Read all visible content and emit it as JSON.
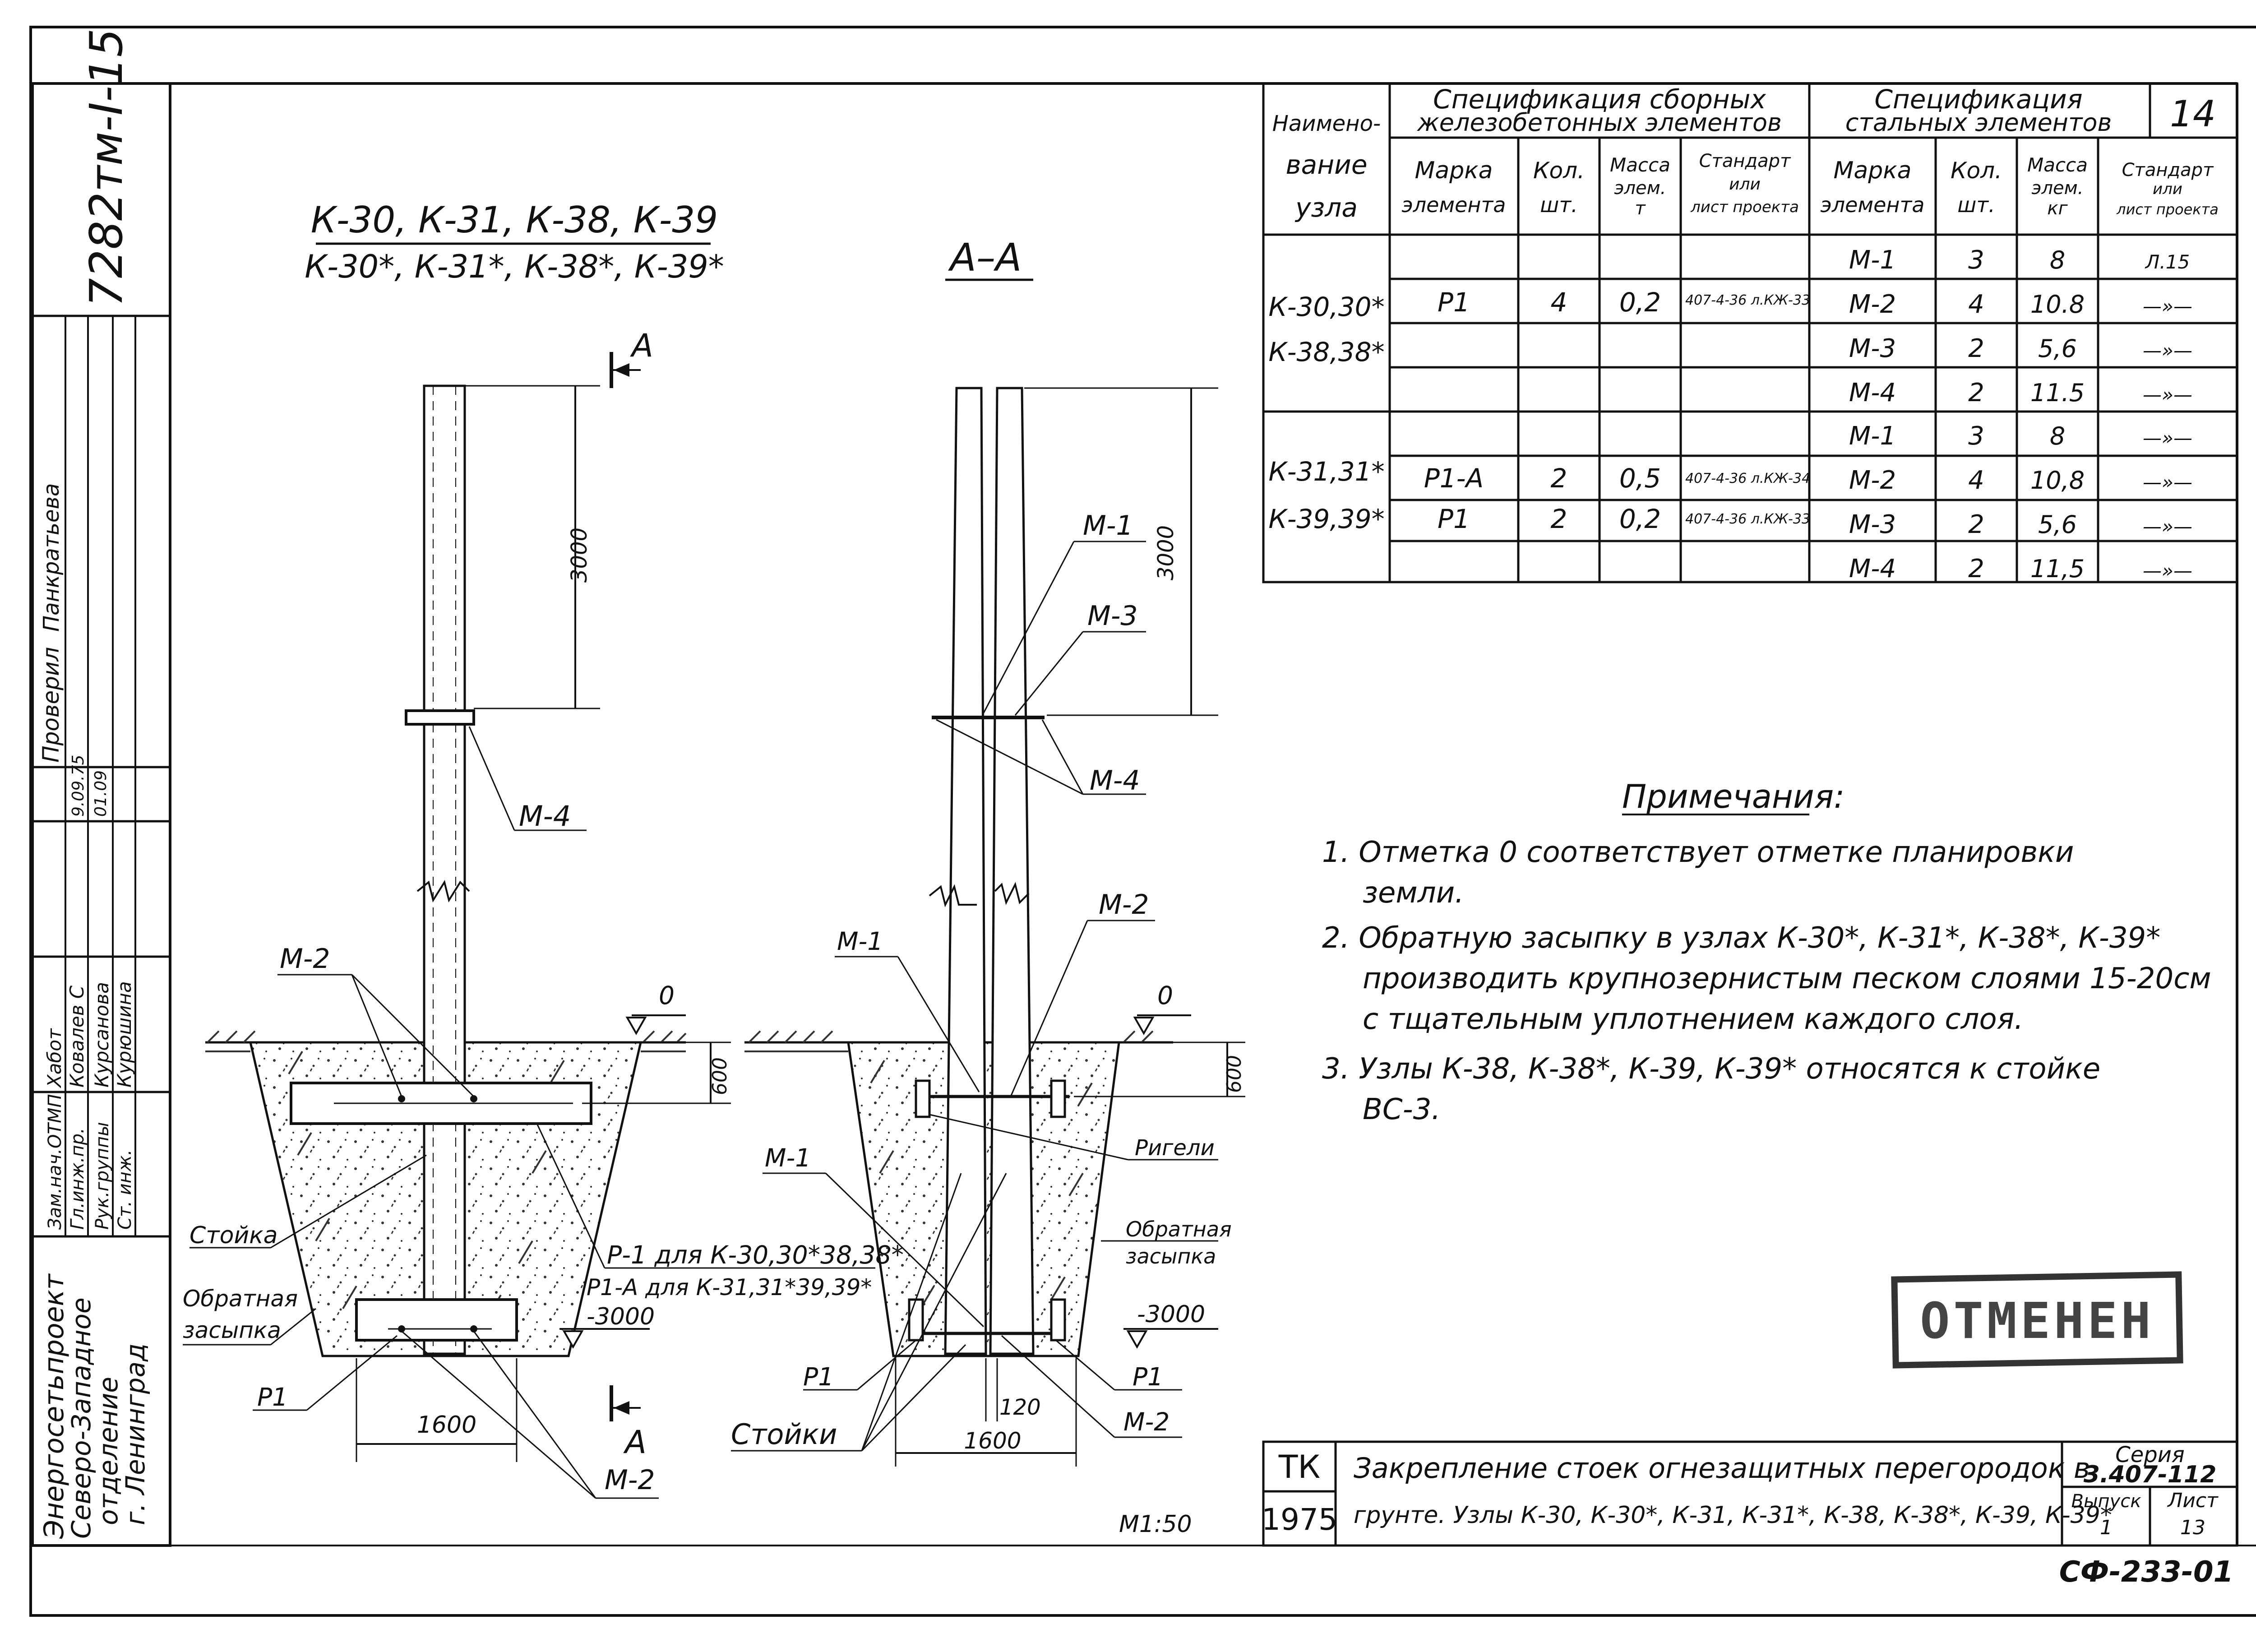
{
  "sheet": {
    "code": "7282тм-I-15",
    "sheet_no_top": "14",
    "stamp": "ОТМЕНЕН",
    "bottom_code": "СФ-233-01",
    "scale": "М1:50"
  },
  "left_block": {
    "org_lines": [
      "Энергосетьпроект",
      "Северо-Западное",
      "отделение",
      "г. Ленинград"
    ],
    "roles": [
      "Зам.нач.ОТМП",
      "Гл.инж.пр.",
      "Рук.группы",
      "Ст. инж."
    ],
    "names": [
      "Хабот",
      "Ковалев С",
      "Курсанова",
      "Курюшина"
    ],
    "check_role": "Проверил",
    "check_name": "Панкратьева",
    "dates": [
      "9.09.75",
      "01.09"
    ]
  },
  "drawing1": {
    "title_line1": "К-30, К-31, К-38, К-39",
    "title_line2": "К-30*, К-31*, К-38*, К-39*",
    "dim_3000": "3000",
    "dim_600": "600",
    "dim_1600": "1600",
    "mark_0": "0",
    "mark_3000": "-3000",
    "section_A": "А",
    "labels": {
      "m4": "М-4",
      "m2_top": "М-2",
      "m2_bottom": "М-2",
      "stoika": "Стойка",
      "zasypka1": "Обратная",
      "zasypka2": "засыпка",
      "p1": "Р1",
      "p1_note1": "Р-1 для К-30,30*38,38*",
      "p1_note2": "Р1-А для К-31,31*39,39*"
    }
  },
  "drawing2": {
    "title": "А–А",
    "dim_3000": "3000",
    "dim_600": "600",
    "dim_1600": "1600",
    "dim_120": "120",
    "mark_0": "0",
    "mark_3000": "-3000",
    "labels": {
      "m1_top": "М-1",
      "m3": "М-3",
      "m4": "М-4",
      "m2_mid": "М-2",
      "m1_mid": "М-1",
      "m1_low": "М-1",
      "rigeli": "Ригели",
      "zasypka1": "Обратная",
      "zasypka2": "засыпка",
      "p1_left": "Р1",
      "p1_right": "Р1",
      "m2_right": "М-2",
      "stoiki": "Стойки"
    }
  },
  "spec_table": {
    "col_node": "Наименование узла",
    "group1": "Спецификация сборных железобетонных элементов",
    "group2": "Спецификация стальных элементов",
    "headers1": [
      "Марка элемента",
      "Кол. шт.",
      "Масса элем. т",
      "Стандарт или лист проекта"
    ],
    "headers2": [
      "Марка элемента",
      "Кол. шт.",
      "Масса элем. кг",
      "Стандарт или лист проекта"
    ],
    "group_a": {
      "node1": "К-30,30*",
      "node2": "К-38,38*",
      "rc": [
        "Р1",
        "4",
        "0,2",
        "407-4-36 л.КЖ-33"
      ],
      "steel": [
        [
          "М-1",
          "3",
          "8",
          "Л.15"
        ],
        [
          "М-2",
          "4",
          "10.8",
          "—»—"
        ],
        [
          "М-3",
          "2",
          "5,6",
          "—»—"
        ],
        [
          "М-4",
          "2",
          "11.5",
          "—»—"
        ]
      ]
    },
    "group_b": {
      "node1": "К-31,31*",
      "node2": "К-39,39*",
      "rc": [
        [
          "Р1-А",
          "2",
          "0,5",
          "407-4-36 л.КЖ-34"
        ],
        [
          "Р1",
          "2",
          "0,2",
          "407-4-36 л.КЖ-33"
        ]
      ],
      "steel": [
        [
          "М-1",
          "3",
          "8",
          "—»—"
        ],
        [
          "М-2",
          "4",
          "10,8",
          "—»—"
        ],
        [
          "М-3",
          "2",
          "5,6",
          "—»—"
        ],
        [
          "М-4",
          "2",
          "11,5",
          "—»—"
        ]
      ]
    }
  },
  "notes": {
    "title": "Примечания:",
    "items": [
      "1. Отметка 0 соответствует отметке планировки",
      "земли.",
      "2. Обратную засыпку в узлах К-30*, К-31*, К-38*, К-39*",
      "производить крупнозернистым песком слоями 15-20см",
      "с тщательным уплотнением каждого слоя.",
      "3. Узлы К-38, К-38*, К-39, К-39* относятся к стойке",
      "ВС-3."
    ]
  },
  "title_block": {
    "tk": "ТК",
    "year": "1975",
    "title_line1": "Закрепление стоек огнезащитных перегородок в",
    "title_line2": "грунте. Узлы К-30, К-30*, К-31, К-31*, К-38, К-38*, К-39, К-39*",
    "series_label": "Серия",
    "series": "3.407-112",
    "issue_label": "Выпуск",
    "issue": "1",
    "sheet_label": "Лист",
    "sheet": "13"
  }
}
